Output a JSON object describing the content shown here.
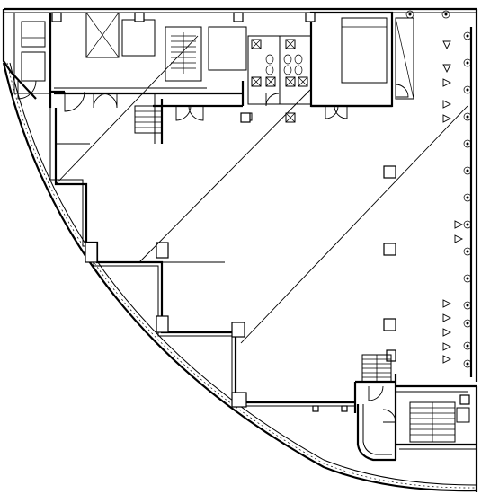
{
  "title": "",
  "colors": {
    "line": "#000000",
    "paper": "#ffffff"
  },
  "labels": [],
  "symbols": {
    "perimeter_triangles": 12,
    "perimeter_diamonds": 16,
    "interior_columns": 3
  }
}
